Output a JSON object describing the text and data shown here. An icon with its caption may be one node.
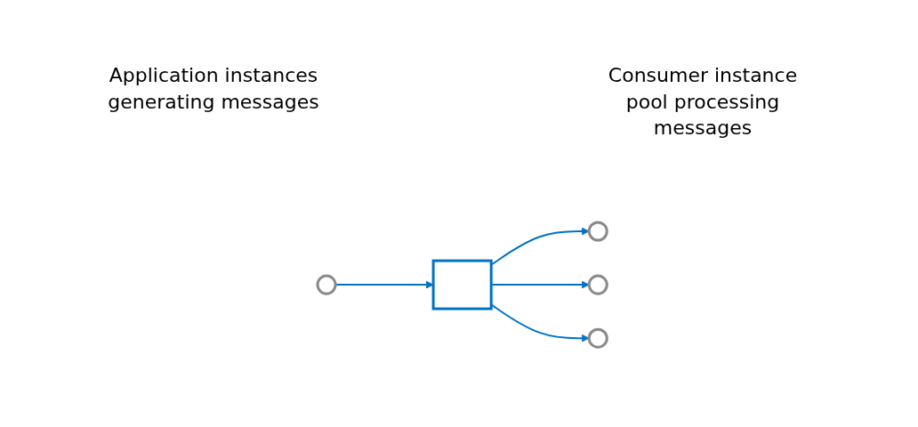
{
  "diagram": {
    "nodes": [
      {
        "text": [],
        "shape": "circle"
      },
      {
        "text": [],
        "shape": "box"
      },
      {
        "text": [],
        "shape": "circle"
      },
      {
        "text": [],
        "shape": "circle"
      },
      {
        "text": [],
        "shape": "circle"
      }
    ],
    "edges": [
      {
        "from": 0,
        "to": 1,
        "arrow": "to"
      },
      {
        "from": 1,
        "to": 2,
        "arrow": "to"
      },
      {
        "from": 1,
        "to": 3,
        "arrow": "to"
      },
      {
        "from": 1,
        "to": 4,
        "arrow": "to"
      }
    ],
    "labels": [
      "Application instances generating messages",
      "Consumer instance pool processing messages"
    ]
  }
}
